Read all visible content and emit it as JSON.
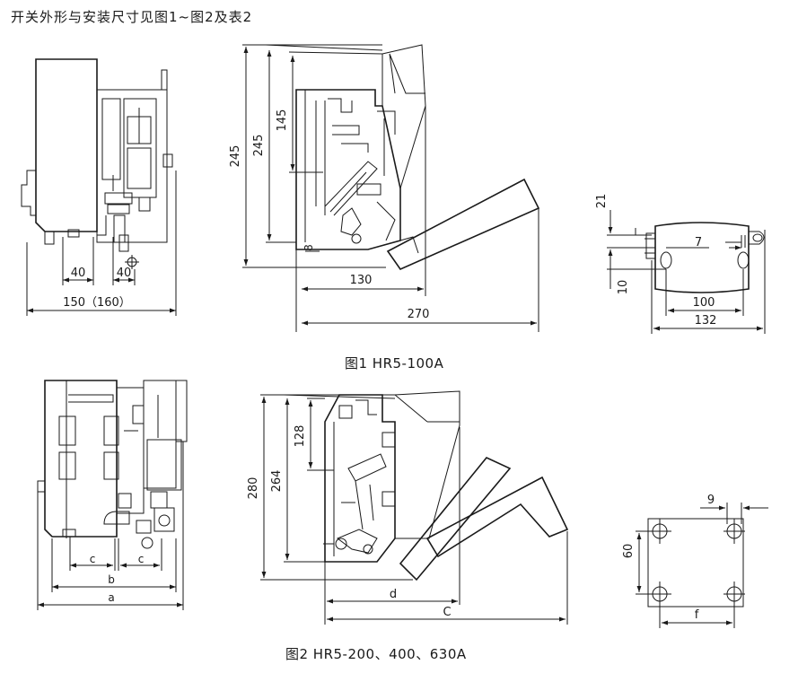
{
  "heading": "开关外形与安装尺寸见图1~图2及表2",
  "figure1": {
    "caption": "图1 HR5-100A",
    "side_view": {
      "dim_left": "40",
      "dim_right": "40",
      "dim_total": "150（160）"
    },
    "profile_view": {
      "dim_outer": "245",
      "dim_inner": "245",
      "dim_upper": "145",
      "dim_small": "8",
      "dim_depth": "130",
      "dim_open": "270"
    },
    "mount_view": {
      "dim_top": "21",
      "dim_bottom": "10",
      "dim_tab": "7",
      "dim_hole": "100",
      "dim_total": "132"
    }
  },
  "figure2": {
    "caption": "图2 HR5-200、400、630A",
    "side_view": {
      "dim_c1": "c",
      "dim_c2": "c",
      "dim_b": "b",
      "dim_a": "a"
    },
    "profile_view": {
      "dim_outer": "280",
      "dim_inner": "264",
      "dim_upper": "128",
      "dim_depth": "d",
      "dim_open": "C"
    },
    "mount_view": {
      "dim_top": "9",
      "dim_vert": "60",
      "dim_horiz": "f"
    }
  }
}
